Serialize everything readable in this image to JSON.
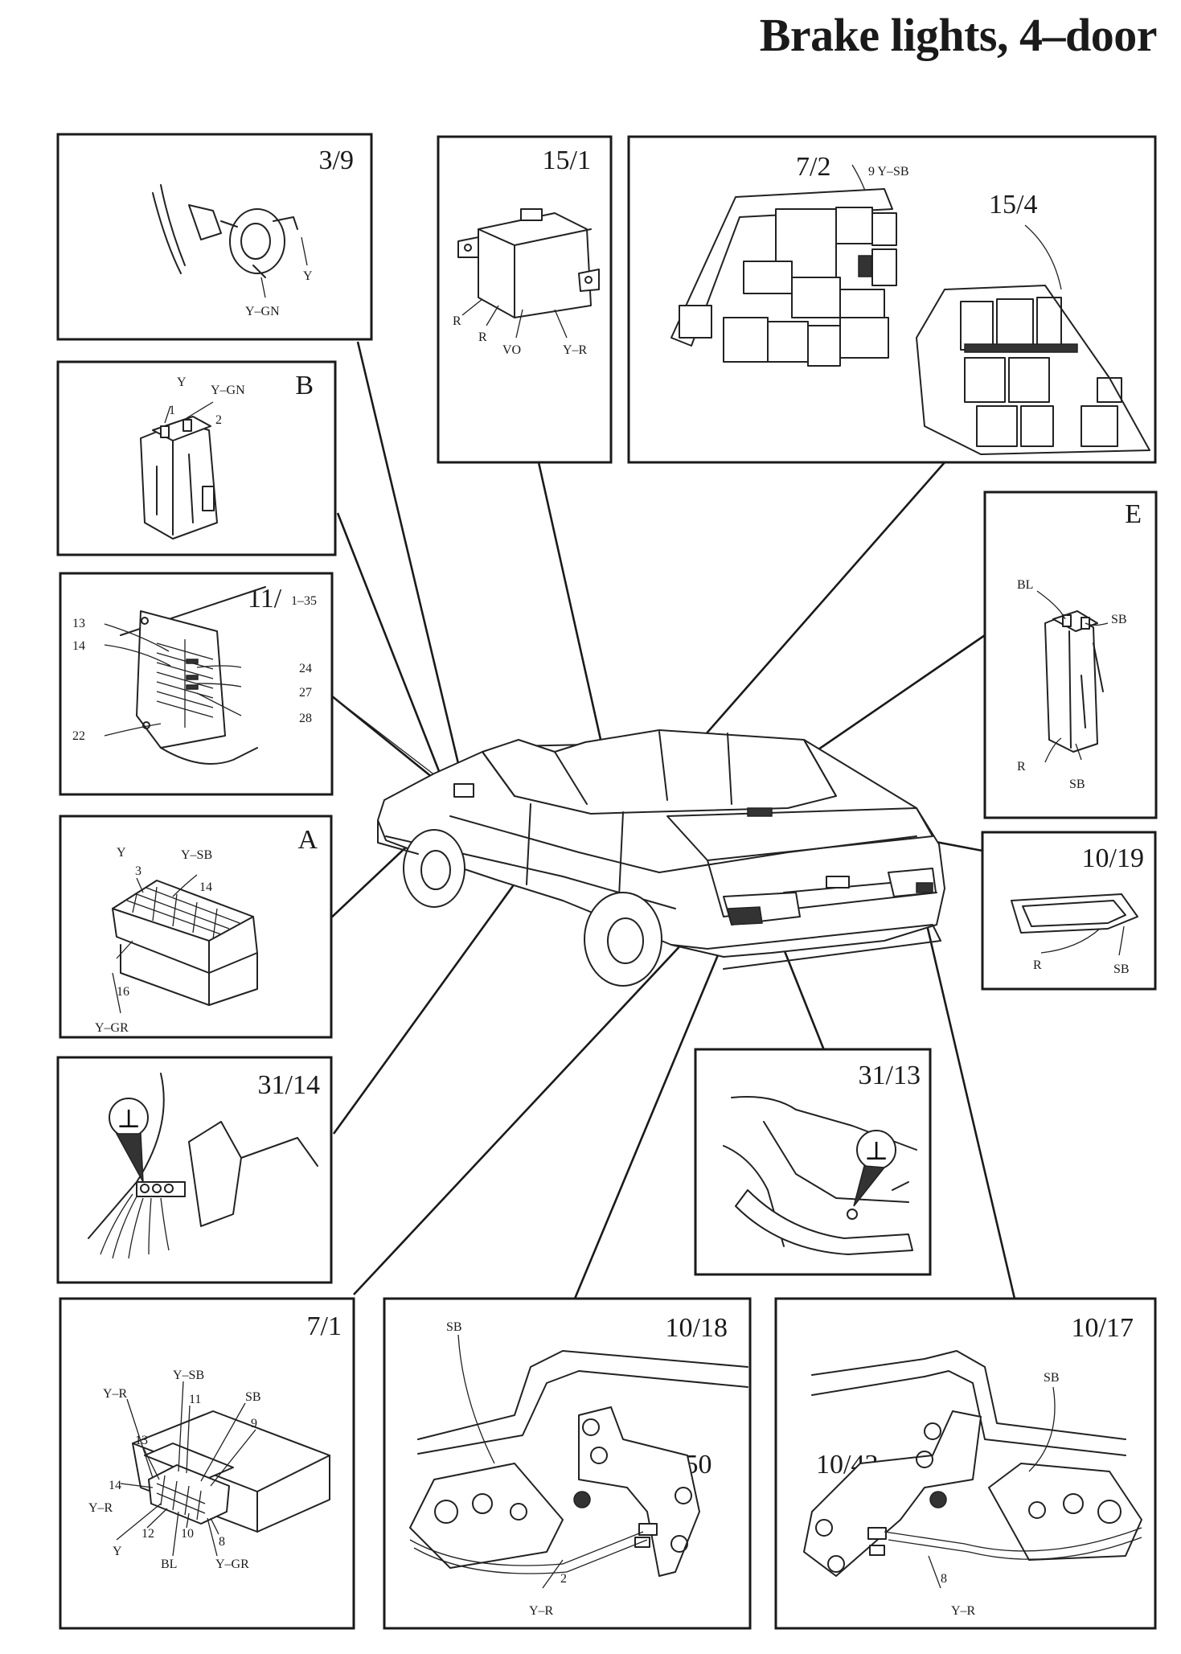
{
  "page": {
    "title": "Brake lights, 4–door"
  },
  "panels": {
    "p3_9": {
      "id": "3/9",
      "labels": {
        "y": "Y",
        "ygn": "Y–GN"
      }
    },
    "p15_1": {
      "id": "15/1",
      "labels": {
        "r1": "R",
        "r2": "R",
        "vo": "VO",
        "yr": "Y–R"
      }
    },
    "p7_2": {
      "id": "7/2",
      "labels": {
        "pin": "9 Y–SB"
      }
    },
    "p15_4": {
      "id": "15/4"
    },
    "pB": {
      "id": "B",
      "labels": {
        "y": "Y",
        "ygn": "Y–GN",
        "n1": "1",
        "n2": "2"
      }
    },
    "p11": {
      "id": "11/",
      "range": "1–35",
      "labels": {
        "n13": "13",
        "n14": "14",
        "n22": "22",
        "n24": "24",
        "n27": "27",
        "n28": "28"
      }
    },
    "pE": {
      "id": "E",
      "labels": {
        "bl": "BL",
        "sb1": "SB",
        "r": "R",
        "sb2": "SB"
      }
    },
    "pA": {
      "id": "A",
      "labels": {
        "y": "Y",
        "n3": "3",
        "ysb": "Y–SB",
        "n14": "14",
        "n16": "16",
        "ygr": "Y–GR"
      }
    },
    "p10_19": {
      "id": "10/19",
      "labels": {
        "r": "R",
        "sb": "SB"
      }
    },
    "p31_14": {
      "id": "31/14",
      "ground": "⊥"
    },
    "p31_13": {
      "id": "31/13",
      "ground": "⊥"
    },
    "p7_1": {
      "id": "7/1",
      "labels": {
        "ysb": "Y–SB",
        "yr1": "Y–R",
        "n11": "11",
        "sb": "SB",
        "n13": "13",
        "n9": "9",
        "n14": "14",
        "yr2": "Y–R",
        "n12": "12",
        "n10": "10",
        "n8": "8",
        "y": "Y",
        "bl": "BL",
        "ygr": "Y–GR"
      }
    },
    "p10_18": {
      "id": "10/18",
      "sub": "10/50",
      "labels": {
        "sb": "SB",
        "n2": "2",
        "yr": "Y–R"
      }
    },
    "p10_17": {
      "id": "10/17",
      "sub": "10/43",
      "labels": {
        "sb": "SB",
        "n8": "8",
        "yr": "Y–R"
      }
    }
  }
}
